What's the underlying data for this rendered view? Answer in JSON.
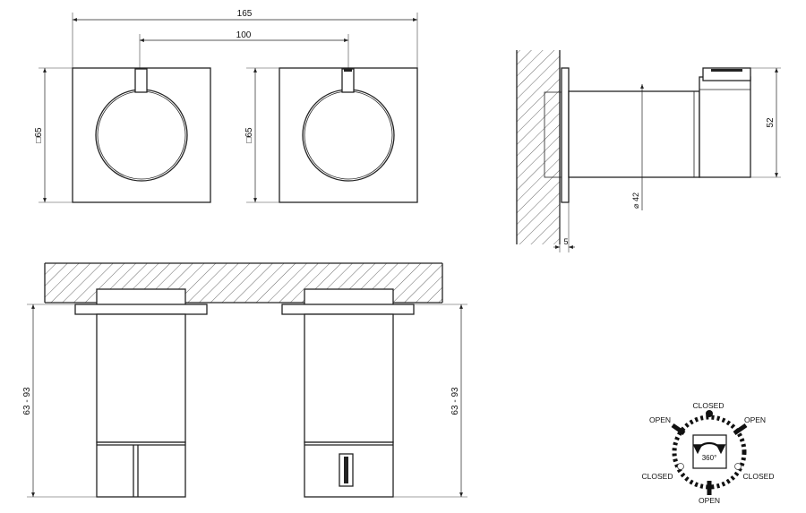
{
  "dimensions": {
    "overall_width": "165",
    "center_distance": "100",
    "plate_left": "□65",
    "plate_right": "□65",
    "handle_height": "52",
    "body_diameter": "⌀ 42",
    "plate_thickness": "5",
    "depth_left": "63 - 93",
    "depth_right": "63 - 93"
  },
  "rotation_symbol": {
    "closed_top": "CLOSED",
    "open_top_left": "OPEN",
    "open_top_right": "OPEN",
    "closed_bottom_left": "CLOSED",
    "closed_bottom_right": "CLOSED",
    "open_bottom": "OPEN",
    "rotation": "360°"
  }
}
